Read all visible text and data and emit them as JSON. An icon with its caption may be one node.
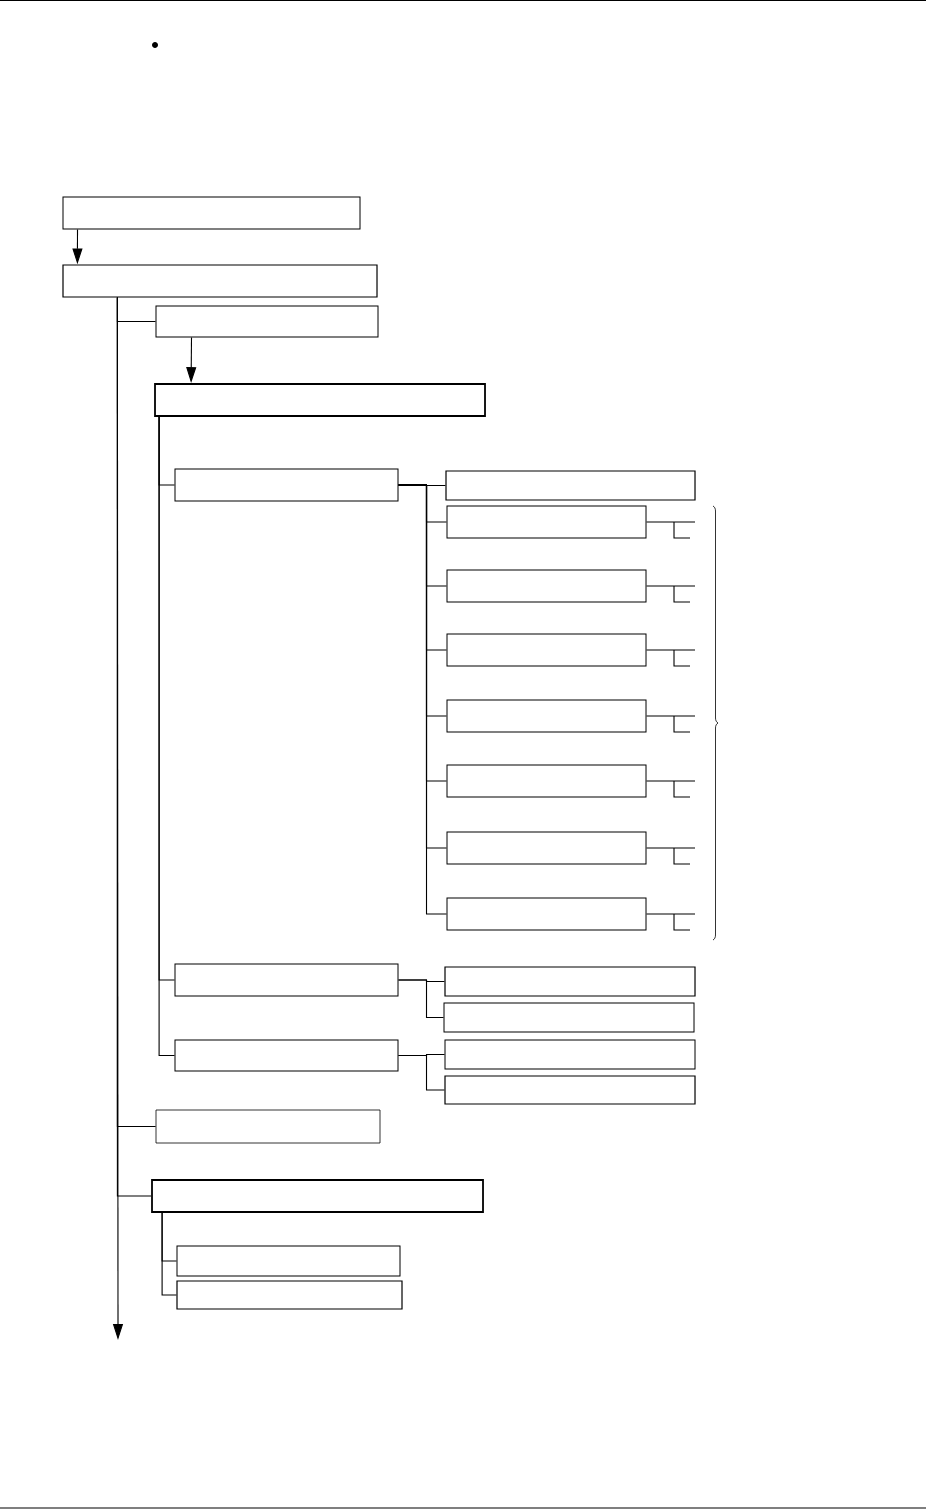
{
  "diagram": {
    "nodes": [
      {
        "text": [],
        "shape": "box"
      },
      {
        "text": [],
        "shape": "box"
      },
      {
        "text": [],
        "shape": "box"
      },
      {
        "text": [],
        "shape": "box"
      },
      {
        "text": [],
        "shape": "box"
      },
      {
        "text": [],
        "shape": "box"
      },
      {
        "text": [],
        "shape": "box"
      },
      {
        "text": [],
        "shape": "box"
      },
      {
        "text": [],
        "shape": "box"
      },
      {
        "text": [],
        "shape": "box"
      },
      {
        "text": [],
        "shape": "box"
      },
      {
        "text": [],
        "shape": "box"
      },
      {
        "text": [],
        "shape": "box"
      },
      {
        "text": [],
        "shape": "box"
      },
      {
        "text": [],
        "shape": "box"
      },
      {
        "text": [],
        "shape": "box"
      },
      {
        "text": [],
        "shape": "box"
      },
      {
        "text": [],
        "shape": "box"
      },
      {
        "text": [],
        "shape": "box"
      },
      {
        "text": [],
        "shape": "box"
      },
      {
        "text": [],
        "shape": "box"
      },
      {
        "text": [],
        "shape": "box"
      },
      {
        "text": [],
        "shape": "box"
      }
    ],
    "edges": [
      {
        "from": 0,
        "to": 1,
        "arrow": "to"
      },
      {
        "from": 1,
        "to": 2,
        "arrow": "none"
      },
      {
        "from": 1,
        "to": 19,
        "arrow": "none"
      },
      {
        "from": 1,
        "to": 20,
        "arrow": "none"
      },
      {
        "from": 1,
        "to": null,
        "arrow": "to"
      },
      {
        "from": 2,
        "to": 3,
        "arrow": "to"
      },
      {
        "from": 3,
        "to": 4,
        "arrow": "none"
      },
      {
        "from": 3,
        "to": 13,
        "arrow": "none"
      },
      {
        "from": 3,
        "to": 16,
        "arrow": "none"
      },
      {
        "from": 4,
        "to": 5,
        "arrow": "none"
      },
      {
        "from": 4,
        "to": 6,
        "arrow": "none"
      },
      {
        "from": 4,
        "to": 7,
        "arrow": "none"
      },
      {
        "from": 4,
        "to": 8,
        "arrow": "none"
      },
      {
        "from": 4,
        "to": 9,
        "arrow": "none"
      },
      {
        "from": 4,
        "to": 10,
        "arrow": "none"
      },
      {
        "from": 4,
        "to": 11,
        "arrow": "none"
      },
      {
        "from": 4,
        "to": 12,
        "arrow": "none"
      },
      {
        "from": 13,
        "to": 14,
        "arrow": "none"
      },
      {
        "from": 13,
        "to": 15,
        "arrow": "none"
      },
      {
        "from": 16,
        "to": 17,
        "arrow": "none"
      },
      {
        "from": 16,
        "to": 18,
        "arrow": "none"
      },
      {
        "from": 20,
        "to": 21,
        "arrow": "none"
      },
      {
        "from": 20,
        "to": 22,
        "arrow": "none"
      },
      {
        "from": 6,
        "to": null,
        "arrow": "none"
      },
      {
        "from": 7,
        "to": null,
        "arrow": "none"
      },
      {
        "from": 8,
        "to": null,
        "arrow": "none"
      },
      {
        "from": 9,
        "to": null,
        "arrow": "none"
      },
      {
        "from": 10,
        "to": null,
        "arrow": "none"
      },
      {
        "from": 11,
        "to": null,
        "arrow": "none"
      },
      {
        "from": 12,
        "to": null,
        "arrow": "none"
      }
    ]
  }
}
